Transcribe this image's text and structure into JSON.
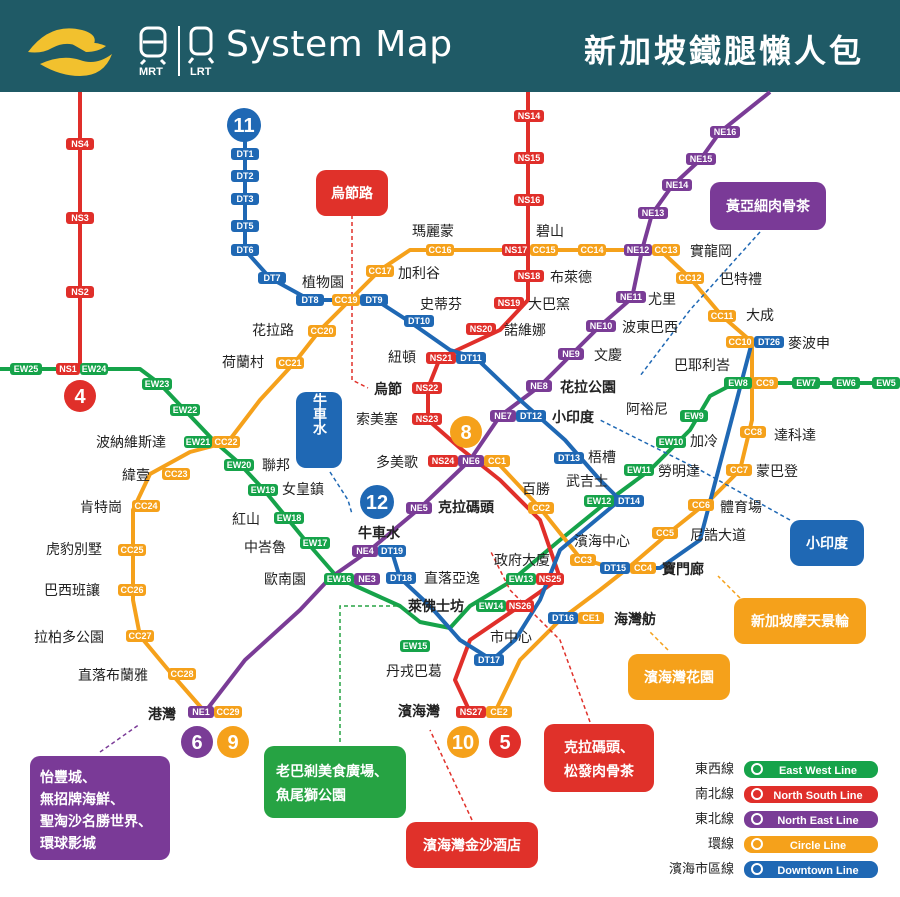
{
  "header": {
    "title": "System Map",
    "title_zh": "新加坡鐵腿懶人包",
    "mrt_label": "MRT",
    "lrt_label": "LRT"
  },
  "colors": {
    "header_bg": "#1f5a66",
    "logo": "#f2c12e",
    "ewl": "#16a34a",
    "nsl": "#e02f2a",
    "nel": "#7a3c96",
    "ccl": "#f5a11b",
    "dtl": "#1f68b4",
    "callout_red": "#e0312a",
    "callout_purple": "#7a3a97",
    "callout_blue": "#1f68b4",
    "callout_green": "#26a343",
    "callout_orange": "#f5a11b"
  },
  "lines": [
    {
      "id": "ewl",
      "code": "EW",
      "name_zh": "東西線",
      "name_en": "East West Line"
    },
    {
      "id": "nsl",
      "code": "NS",
      "name_zh": "南北線",
      "name_en": "North South Line"
    },
    {
      "id": "nel",
      "code": "NE",
      "name_zh": "東北線",
      "name_en": "North East Line"
    },
    {
      "id": "ccl",
      "code": "CC",
      "name_zh": "環線",
      "name_en": "Circle Line"
    },
    {
      "id": "dtl",
      "code": "DT",
      "name_zh": "濱海市區線",
      "name_en": "Downtown Line"
    }
  ],
  "line_numbers": [
    {
      "id": "nsl",
      "number": "4"
    },
    {
      "id": "dtl-north",
      "number": "11"
    },
    {
      "id": "dtl-center",
      "number": "12"
    },
    {
      "id": "ccl-center",
      "number": "8"
    },
    {
      "id": "nel",
      "number": "6"
    },
    {
      "id": "ccl",
      "number": "9"
    },
    {
      "id": "ccl-south",
      "number": "10"
    },
    {
      "id": "nsl-south",
      "number": "5"
    }
  ],
  "stations": [
    {
      "name": "植物園"
    },
    {
      "name": "瑪麗蒙"
    },
    {
      "name": "碧山"
    },
    {
      "name": "實龍岡"
    },
    {
      "name": "加利谷"
    },
    {
      "name": "布萊德"
    },
    {
      "name": "巴特禮"
    },
    {
      "name": "史蒂芬"
    },
    {
      "name": "大巴窯"
    },
    {
      "name": "尤里"
    },
    {
      "name": "大成"
    },
    {
      "name": "花拉路"
    },
    {
      "name": "諾維娜"
    },
    {
      "name": "波東巴西"
    },
    {
      "name": "麥波申"
    },
    {
      "name": "荷蘭村"
    },
    {
      "name": "紐頓"
    },
    {
      "name": "文慶"
    },
    {
      "name": "巴耶利峇"
    },
    {
      "name": "烏節"
    },
    {
      "name": "花拉公園"
    },
    {
      "name": "索美塞"
    },
    {
      "name": "小印度"
    },
    {
      "name": "阿裕尼"
    },
    {
      "name": "波納維斯達"
    },
    {
      "name": "達科達"
    },
    {
      "name": "加冷"
    },
    {
      "name": "多美歌"
    },
    {
      "name": "梧槽"
    },
    {
      "name": "緯壹"
    },
    {
      "name": "聯邦"
    },
    {
      "name": "勞明達"
    },
    {
      "name": "蒙巴登"
    },
    {
      "name": "女皇鎮"
    },
    {
      "name": "百勝"
    },
    {
      "name": "武吉士"
    },
    {
      "name": "肯特崗"
    },
    {
      "name": "克拉碼頭"
    },
    {
      "name": "體育場"
    },
    {
      "name": "紅山"
    },
    {
      "name": "牛車水"
    },
    {
      "name": "中峇魯"
    },
    {
      "name": "濱海中心"
    },
    {
      "name": "尼誥大道"
    },
    {
      "name": "虎豹別墅"
    },
    {
      "name": "政府大廈"
    },
    {
      "name": "歐南園"
    },
    {
      "name": "直落亞逸"
    },
    {
      "name": "寶門廊"
    },
    {
      "name": "巴西班讓"
    },
    {
      "name": "萊佛士坊"
    },
    {
      "name": "海灣舫"
    },
    {
      "name": "拉柏多公園"
    },
    {
      "name": "市中心"
    },
    {
      "name": "丹戎巴葛"
    },
    {
      "name": "直落布蘭雅"
    },
    {
      "name": "港灣"
    },
    {
      "name": "濱海灣"
    }
  ],
  "callouts": [
    {
      "id": "orchard-road",
      "text": "烏節路"
    },
    {
      "id": "bak-kut-teh-ng",
      "text": "黃亞細肉骨茶"
    },
    {
      "id": "chinatown",
      "text": "牛車水"
    },
    {
      "id": "little-india",
      "text": "小印度"
    },
    {
      "id": "flyer",
      "text": "新加坡摩天景輪"
    },
    {
      "id": "gardens",
      "text": "濱海灣花園"
    },
    {
      "id": "clarke-quay-1",
      "text": "克拉碼頭、"
    },
    {
      "id": "clarke-quay-2",
      "text": "松發肉骨茶"
    },
    {
      "id": "mbs",
      "text": "濱海灣金沙酒店"
    },
    {
      "id": "lau-pa-sat-1",
      "text": "老巴剎美食廣場、"
    },
    {
      "id": "lau-pa-sat-2",
      "text": "魚尾獅公園"
    },
    {
      "id": "vivocity-1",
      "text": "怡豐城、"
    },
    {
      "id": "vivocity-2",
      "text": "無招牌海鮮、"
    },
    {
      "id": "vivocity-3",
      "text": "聖淘沙名勝世界、"
    },
    {
      "id": "vivocity-4",
      "text": "環球影城"
    }
  ],
  "codes": {
    "NS4": "NS4",
    "NS3": "NS3",
    "NS2": "NS2",
    "NS1": "NS1",
    "NS14": "NS14",
    "NS15": "NS15",
    "NS16": "NS16",
    "NS17": "NS17",
    "NS18": "NS18",
    "NS19": "NS19",
    "NS20": "NS20",
    "NS21": "NS21",
    "NS22": "NS22",
    "NS23": "NS23",
    "NS24": "NS24",
    "NS25": "NS25",
    "NS26": "NS26",
    "NS27": "NS27",
    "EW25": "EW25",
    "EW24": "EW24",
    "EW23": "EW23",
    "EW22": "EW22",
    "EW21": "EW21",
    "EW20": "EW20",
    "EW19": "EW19",
    "EW18": "EW18",
    "EW17": "EW17",
    "EW16": "EW16",
    "EW15": "EW15",
    "EW14": "EW14",
    "EW13": "EW13",
    "EW12": "EW12",
    "EW11": "EW11",
    "EW10": "EW10",
    "EW9": "EW9",
    "EW8": "EW8",
    "EW7": "EW7",
    "EW6": "EW6",
    "EW5": "EW5",
    "NE16": "NE16",
    "NE15": "NE15",
    "NE14": "NE14",
    "NE13": "NE13",
    "NE12": "NE12",
    "NE11": "NE11",
    "NE10": "NE10",
    "NE9": "NE9",
    "NE8": "NE8",
    "NE7": "NE7",
    "NE6": "NE6",
    "NE5": "NE5",
    "NE4": "NE4",
    "NE3": "NE3",
    "NE1": "NE1",
    "CC1": "CC1",
    "CC2": "CC2",
    "CC3": "CC3",
    "CC4": "CC4",
    "CC5": "CC5",
    "CC6": "CC6",
    "CC7": "CC7",
    "CC8": "CC8",
    "CC9": "CC9",
    "CC10": "CC10",
    "CC11": "CC11",
    "CC12": "CC12",
    "CC13": "CC13",
    "CC14": "CC14",
    "CC15": "CC15",
    "CC16": "CC16",
    "CC17": "CC17",
    "CC19": "CC19",
    "CC20": "CC20",
    "CC21": "CC21",
    "CC22": "CC22",
    "CC23": "CC23",
    "CC24": "CC24",
    "CC25": "CC25",
    "CC26": "CC26",
    "CC27": "CC27",
    "CC28": "CC28",
    "CC29": "CC29",
    "CE1": "CE1",
    "CE2": "CE2",
    "DT1": "DT1",
    "DT2": "DT2",
    "DT3": "DT3",
    "DT5": "DT5",
    "DT6": "DT6",
    "DT7": "DT7",
    "DT8": "DT8",
    "DT9": "DT9",
    "DT10": "DT10",
    "DT11": "DT11",
    "DT12": "DT12",
    "DT13": "DT13",
    "DT14": "DT14",
    "DT15": "DT15",
    "DT16": "DT16",
    "DT17": "DT17",
    "DT18": "DT18",
    "DT19": "DT19",
    "DT26": "DT26"
  }
}
